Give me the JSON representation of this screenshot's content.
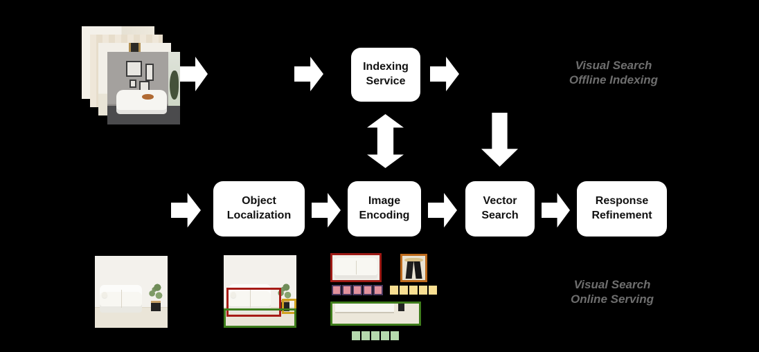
{
  "colors": {
    "background": "#000000",
    "node_fill": "#ffffff",
    "node_text": "#111111",
    "label_text": "#6e6e6e",
    "arrow": "#ffffff",
    "bbox_red": "#a61b16",
    "bbox_gold": "#cfa11f",
    "bbox_green": "#3f7d1c",
    "crop_red_border": "#9e1a15",
    "crop_orange_border": "#bc6a1c",
    "crop_green_border": "#3f7d1c"
  },
  "nodes": {
    "indexing_service": "Indexing\nService",
    "object_localization": "Object\nLocalization",
    "image_encoding": "Image\nEncoding",
    "vector_search": "Vector\nSearch",
    "response_refinement": "Response\nRefinement"
  },
  "labels": {
    "offline": {
      "line1": "Visual Search",
      "line2": "Offline Indexing"
    },
    "online": {
      "line1": "Visual Search",
      "line2": "Online Serving"
    }
  },
  "embedding_rows": [
    {
      "name": "sofa-embedding-vector",
      "count": 5,
      "fill": "#e2929e",
      "border": "#4a3960"
    },
    {
      "name": "table-embedding-vector",
      "count": 5,
      "fill": "#f8de91",
      "border": ""
    },
    {
      "name": "scene-embedding-vector",
      "count": 5,
      "fill": "#b5d9ad",
      "border": ""
    }
  ]
}
